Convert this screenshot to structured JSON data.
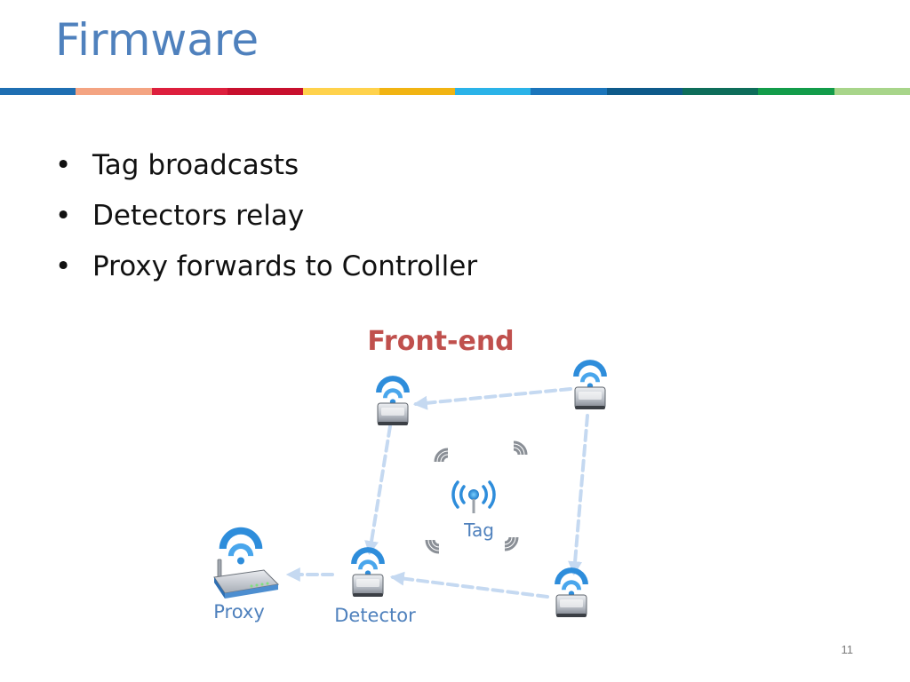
{
  "slide": {
    "title": "Firmware",
    "page_number": "11",
    "bullets": [
      "Tag broadcasts",
      "Detectors relay",
      "Proxy forwards to Controller"
    ]
  },
  "diagram": {
    "heading": "Front-end",
    "labels": {
      "tag": "Tag",
      "proxy": "Proxy",
      "detector": "Detector"
    }
  },
  "colors": {
    "title": "#4f81bd",
    "heading": "#c0504d",
    "label": "#4f81bd",
    "arrow": "#c5d9f1",
    "wifi": "#2e8ddb",
    "stripe": [
      "#1f6fb2",
      "#f4a482",
      "#dd1f3d",
      "#c8102e",
      "#ffd24c",
      "#f1b413",
      "#2bb3e8",
      "#1b75bb",
      "#0e5a8a",
      "#0e6d5a",
      "#139c4a",
      "#a8d58a"
    ]
  }
}
